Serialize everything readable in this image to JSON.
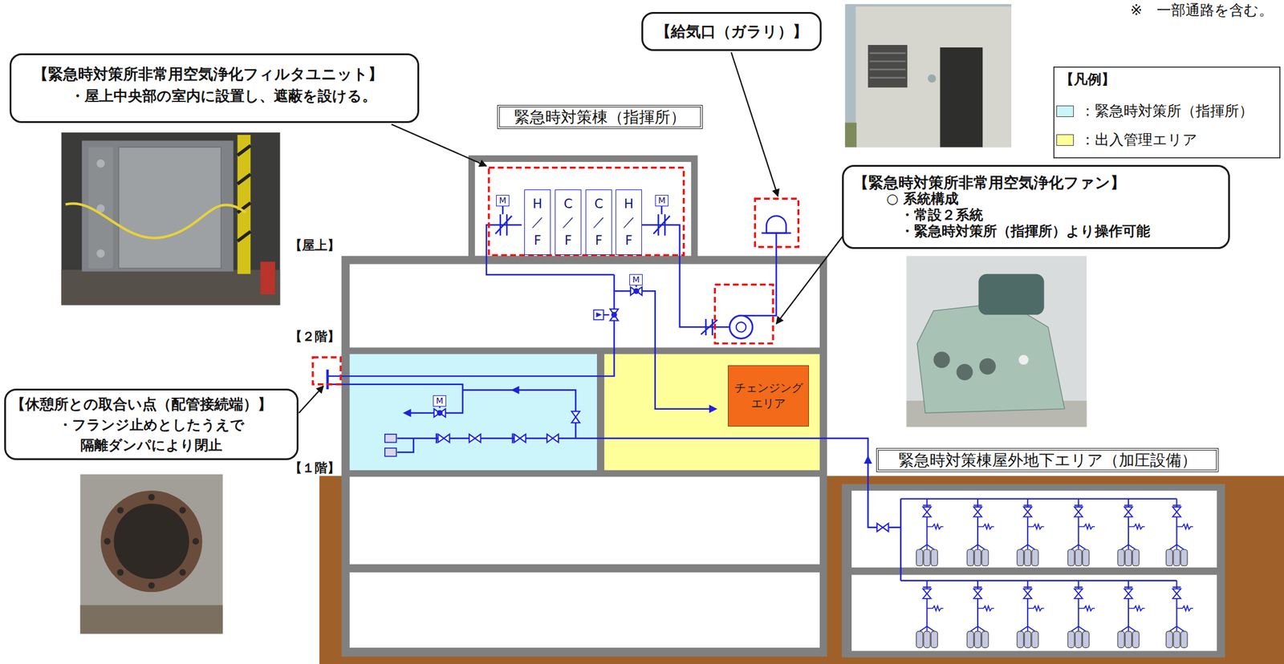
{
  "diagram": {
    "nodes": [
      {
        "text": [
          "【緊急時対策所非常用空気浄化フィルタユニット】",
          "・屋上中央部の室内に設置し、遮蔽を設ける。"
        ]
      },
      {
        "text": [
          "【給気口（ガラリ）】"
        ]
      },
      {
        "text": [
          "緊急時対策棟（指揮所）"
        ]
      },
      {
        "text": [
          "【緊急時対策所非常用空気浄化ファン】",
          "○ 系統構成",
          "・常設２系統",
          "・緊急時対策所（指揮所）より操作可能"
        ]
      },
      {
        "text": [
          "H／F"
        ]
      },
      {
        "text": [
          "C／F"
        ]
      },
      {
        "text": [
          "C／F"
        ]
      },
      {
        "text": [
          "H／F"
        ]
      },
      {
        "text": [
          "チェンジングエリア"
        ]
      },
      {
        "text": [
          "【休憩所との取合い点（配管接続端）】",
          "・フランジ止めとしたうえで 隔離ダンパにより閉止"
        ]
      },
      {
        "text": [
          "緊急時対策棟屋外地下エリア（加圧設備）"
        ]
      }
    ],
    "labels": [
      "※　一部通路を含む。",
      "【凡例】",
      "M",
      "M",
      "M",
      "M",
      "【屋上】",
      "【２階】",
      "【１階】"
    ],
    "legend": [
      {
        "text": "：緊急時対策所（指揮所）",
        "color": "#ccf5fb"
      },
      {
        "text": "：出入管理エリア",
        "color": "#ffff99"
      }
    ]
  }
}
